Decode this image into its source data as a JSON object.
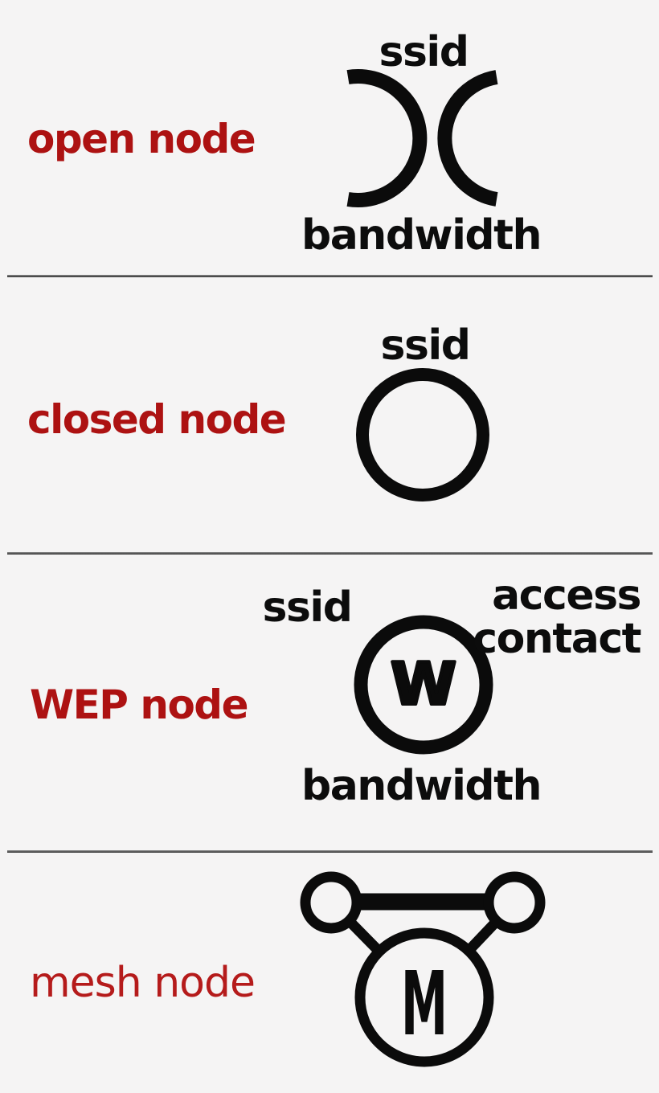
{
  "colors": {
    "background": "#f5f4f4",
    "icon_stroke": "#0b0b0b",
    "black_label": "#0c0c0c",
    "red_label": "#ad1212",
    "mesh_label": "#b51b1b",
    "divider": "#2e2e2e"
  },
  "sections": [
    {
      "label": "open node",
      "icon": "open-node-icon",
      "annotations": {
        "top": "ssid",
        "bottom": "bandwidth"
      }
    },
    {
      "label": "closed node",
      "icon": "closed-node-icon",
      "annotations": {
        "top": "ssid"
      }
    },
    {
      "label": "WEP node",
      "icon": "wep-node-icon",
      "icon_letter": "W",
      "annotations": {
        "top_left": "ssid",
        "top_right_line1": "access",
        "top_right_line2": "contact",
        "bottom": "bandwidth"
      }
    },
    {
      "label": "mesh node",
      "icon": "mesh-node-icon",
      "icon_letter": "M"
    }
  ]
}
